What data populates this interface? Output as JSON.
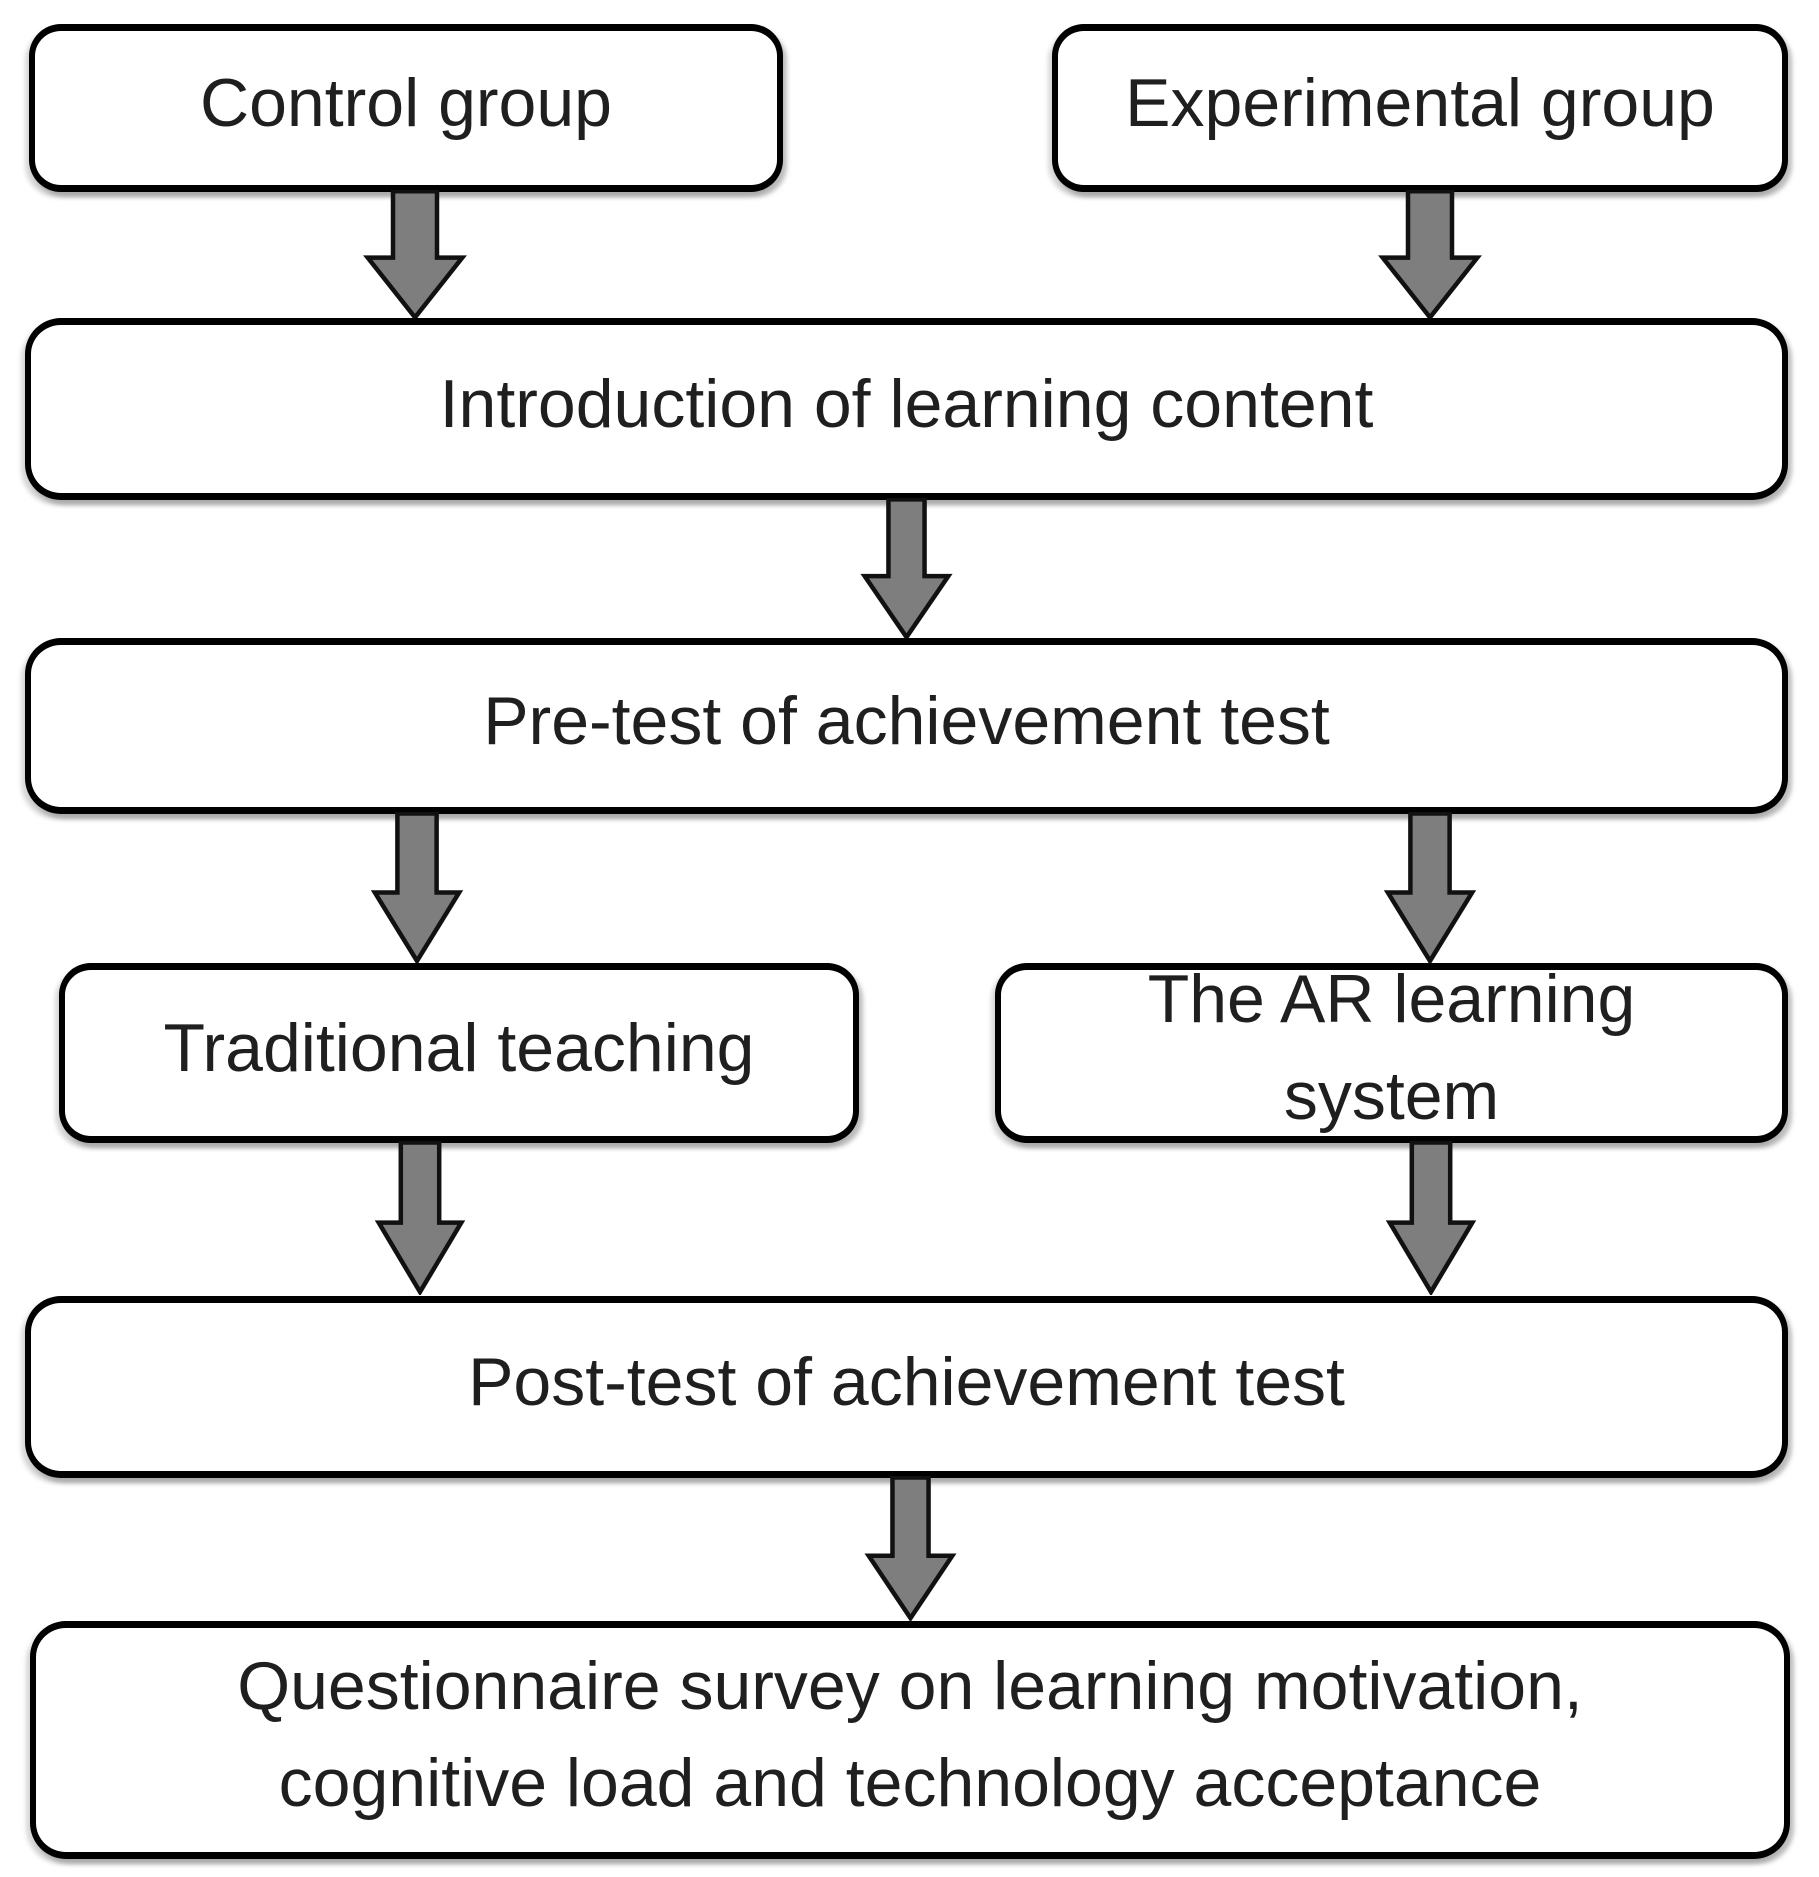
{
  "diagram_type": "flowchart",
  "nodes": {
    "control": {
      "label": "Control group"
    },
    "experimental": {
      "label": "Experimental group"
    },
    "intro": {
      "label": "Introduction of learning content"
    },
    "pretest": {
      "label": "Pre-test of achievement test"
    },
    "traditional": {
      "label": "Traditional teaching"
    },
    "ar_system": {
      "label": "The AR learning system"
    },
    "posttest": {
      "label": "Post-test of achievement test"
    },
    "questionnaire": {
      "label": "Questionnaire survey on learning motivation, cognitive load and technology acceptance"
    }
  },
  "edges": [
    {
      "from": "control",
      "to": "intro"
    },
    {
      "from": "experimental",
      "to": "intro"
    },
    {
      "from": "intro",
      "to": "pretest"
    },
    {
      "from": "pretest",
      "to": "traditional"
    },
    {
      "from": "pretest",
      "to": "ar_system"
    },
    {
      "from": "traditional",
      "to": "posttest"
    },
    {
      "from": "ar_system",
      "to": "posttest"
    },
    {
      "from": "posttest",
      "to": "questionnaire"
    }
  ],
  "colors": {
    "background": "#ffffff",
    "box_fill": "#ffffff",
    "box_border": "#000000",
    "arrow_fill": "#7e7e7e",
    "arrow_outline": "#111111",
    "text": "#1f1f1f"
  }
}
